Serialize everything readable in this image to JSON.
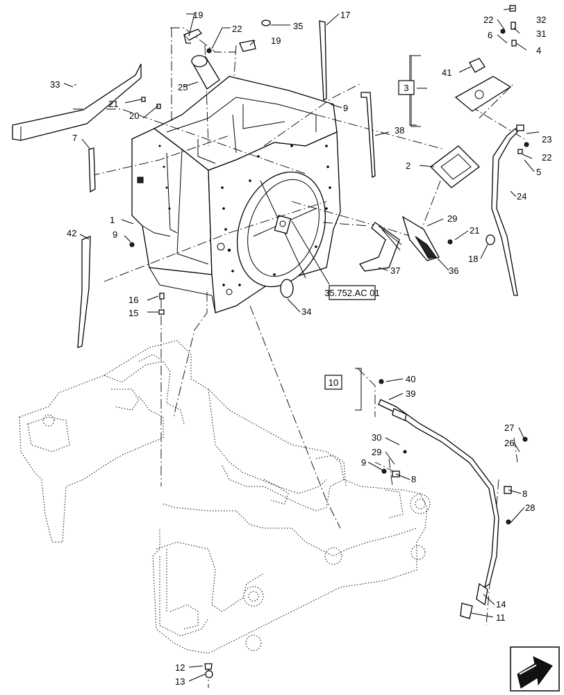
{
  "diagram": {
    "callouts": [
      "19",
      "22",
      "35",
      "17",
      "32",
      "22",
      "31",
      "19",
      "6",
      "4",
      "33",
      "25",
      "3",
      "41",
      "21",
      "20",
      "9",
      "38",
      "23",
      "22",
      "7",
      "2",
      "5",
      "24",
      "1",
      "29",
      "21",
      "9",
      "42",
      "37",
      "36",
      "18",
      "35.752.AC 01",
      "16",
      "15",
      "34",
      "10",
      "40",
      "39",
      "27",
      "30",
      "26",
      "29",
      "9",
      "8",
      "8",
      "28",
      "14",
      "11",
      "12",
      "13"
    ],
    "boxed_refs": [
      "3",
      "10",
      "35.752.AC 01"
    ],
    "nav_icon": "arrow-right-icon"
  }
}
